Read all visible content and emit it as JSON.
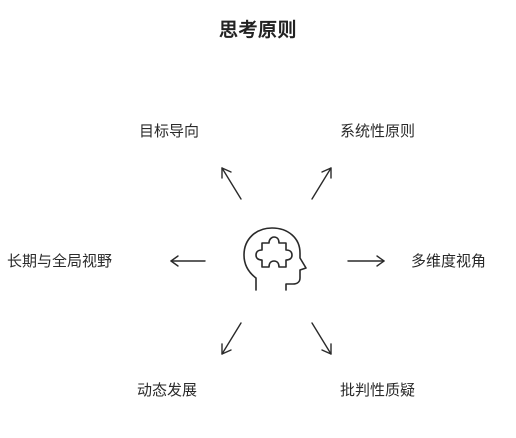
{
  "diagram": {
    "title": "思考原则",
    "center_icon": "head-puzzle-icon",
    "nodes": [
      {
        "id": "top-left",
        "label": "目标导向"
      },
      {
        "id": "top-right",
        "label": "系统性原则"
      },
      {
        "id": "left",
        "label": "长期与全局视野"
      },
      {
        "id": "right",
        "label": "多维度视角"
      },
      {
        "id": "bottom-left",
        "label": "动态发展"
      },
      {
        "id": "bottom-right",
        "label": "批判性质疑"
      }
    ]
  }
}
